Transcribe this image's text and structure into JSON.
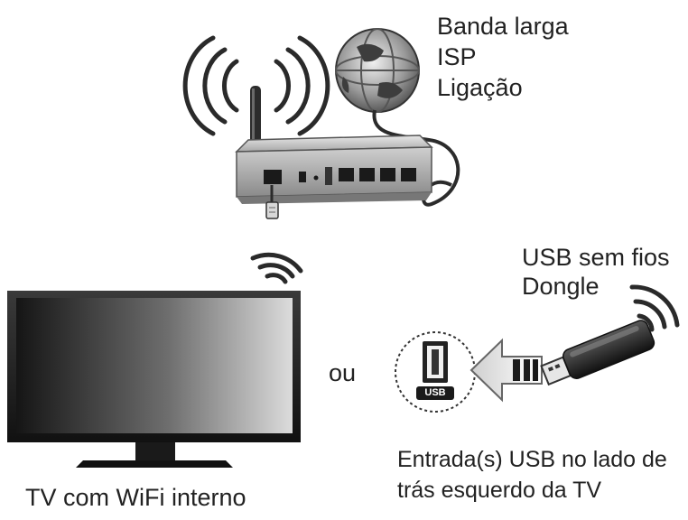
{
  "labels": {
    "broadband_line1": "Banda larga",
    "broadband_line2": "ISP",
    "broadband_line3": "Ligação",
    "dongle_line1": "USB sem fios",
    "dongle_line2": "Dongle",
    "or": "ou",
    "usb_port": "USB",
    "usb_input_line1": "Entrada(s) USB no lado de",
    "usb_input_line2": "trás esquerdo da TV",
    "tv_caption": "TV com WiFi interno"
  },
  "icons": [
    "wifi-waves-icon",
    "globe-icon",
    "router",
    "tv",
    "usb-port-icon",
    "arrow-left-icon",
    "usb-dongle-icon"
  ]
}
